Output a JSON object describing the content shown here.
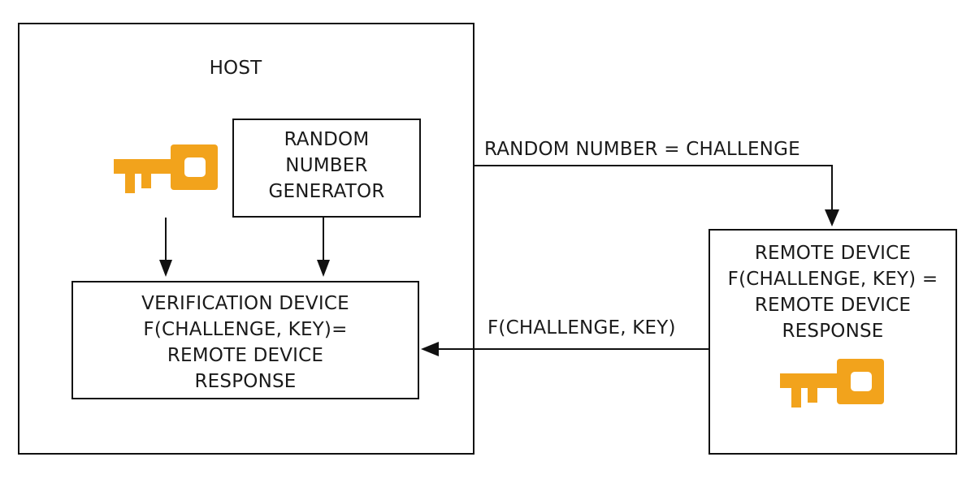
{
  "host": {
    "title": "HOST"
  },
  "rng": {
    "lines": [
      "RANDOM",
      "NUMBER",
      "GENERATOR"
    ]
  },
  "verification": {
    "lines": [
      "VERIFICATION DEVICE",
      "F(CHALLENGE, KEY)=",
      "REMOTE DEVICE",
      "RESPONSE"
    ]
  },
  "remote": {
    "lines": [
      "REMOTE DEVICE",
      "F(CHALLENGE, KEY) =",
      "REMOTE DEVICE",
      "RESPONSE"
    ]
  },
  "arrows": {
    "challenge_label": "RANDOM NUMBER = CHALLENGE",
    "response_label": "F(CHALLENGE, KEY)"
  },
  "icons": {
    "host_key": "key-icon",
    "remote_key": "key-icon"
  },
  "colors": {
    "key": "#f2a31c",
    "line": "#111111"
  }
}
